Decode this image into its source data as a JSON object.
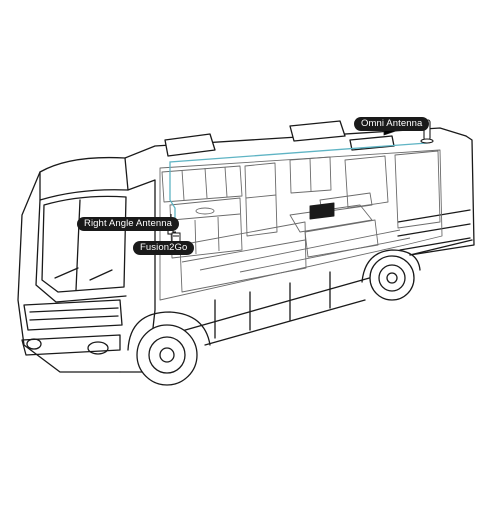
{
  "labels": {
    "omni_antenna": "Omni Antenna",
    "right_angle_antenna": "Right Angle Antenna",
    "fusion2go": "Fusion2Go"
  },
  "colors": {
    "outline": "#1a1a1a",
    "interior_line": "#6b6b6b",
    "cable": "#5fb4c4",
    "label_bg": "#1a1a1a",
    "label_text": "#ffffff"
  },
  "icons": [
    "rv-illustration",
    "omni-antenna-icon",
    "right-angle-antenna-icon",
    "fusion2go-booster-icon",
    "antenna-cable"
  ]
}
